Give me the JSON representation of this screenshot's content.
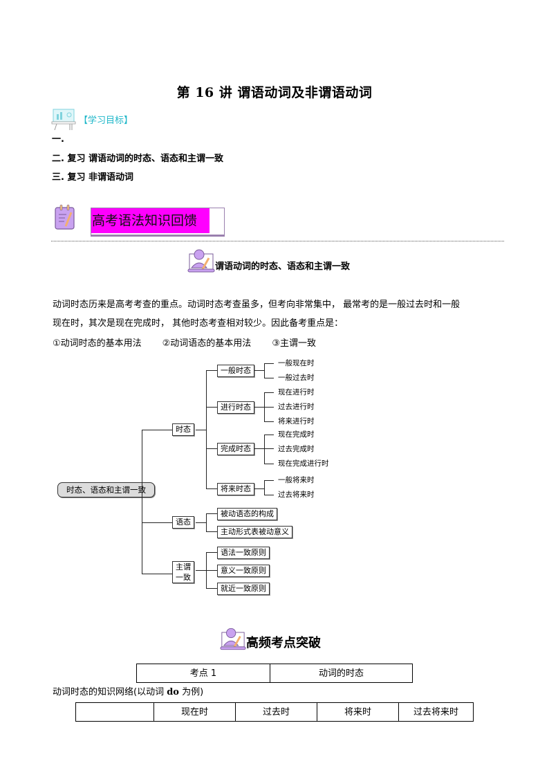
{
  "document": {
    "title": "第 16 讲  谓语动词及非谓语动词",
    "learning_goals": {
      "label": "【学习目标】",
      "items": [
        "一.",
        "二. 复习 谓语动词的时态、语态和主谓一致",
        "三. 复习 非谓语动词"
      ]
    },
    "section1": {
      "banner": "高考语法知识回馈",
      "subheading": "谓语动词的时态、语态和主谓一致",
      "paragraph_line1": "动词时态历来是高考考查的重点。动词时态考查虽多，但考向非常集中，  最常考的是一般过去时和一般",
      "paragraph_line2": "现在时，其次是现在完成时，  其他时态考查相对较少。因此备考重点是：",
      "key_points": [
        "①动词时态的基本用法",
        "②动词语态的基本用法",
        "③主谓一致"
      ]
    },
    "tree": {
      "root": "时态、语态和主谓一致",
      "branches": [
        {
          "label": "时态",
          "children": [
            {
              "label": "一般时态",
              "leaves": [
                "一般现在时",
                "一般过去时"
              ]
            },
            {
              "label": "进行时态",
              "leaves": [
                "现在进行时",
                "过去进行时",
                "将来进行时"
              ]
            },
            {
              "label": "完成时态",
              "leaves": [
                "现在完成时",
                "过去完成时",
                "现在完成进行时"
              ]
            },
            {
              "label": "将来时态",
              "leaves": [
                "一般将来时",
                "过去将来时"
              ]
            }
          ]
        },
        {
          "label": "语态",
          "children": [
            {
              "label": "被动语态的构成"
            },
            {
              "label": "主动形式表被动意义"
            }
          ]
        },
        {
          "label": "主谓一致",
          "label_lines": [
            "主谓",
            "一致"
          ],
          "children": [
            {
              "label": "语法一致原则"
            },
            {
              "label": "意义一致原则"
            },
            {
              "label": "就近一致原则"
            }
          ]
        }
      ]
    },
    "section2": {
      "heading": "高频考点突破",
      "kaodian_table": {
        "cells": [
          "考点 1",
          "动词的时态"
        ]
      },
      "network_caption_pre": "动词时态的知识网络(以动词 ",
      "network_caption_bold": "do",
      "network_caption_post": " 为例)",
      "tense_table": {
        "headers": [
          "",
          "现在时",
          "过去时",
          "将来时",
          "过去将来时"
        ]
      }
    },
    "colors": {
      "banner_fill": "#ff00ff",
      "goal_label": "#1fb7c9",
      "icon_purple": "#c9a2f0"
    }
  }
}
